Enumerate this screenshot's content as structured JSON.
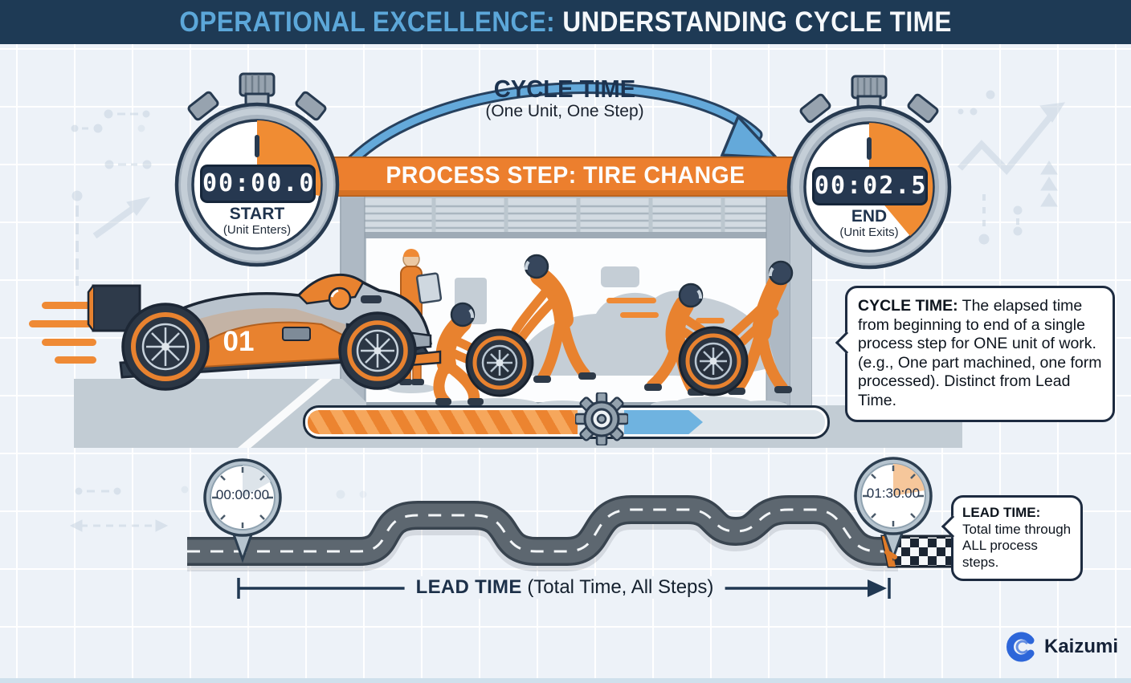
{
  "header": {
    "title_accent": "OPERATIONAL EXCELLENCE:",
    "title_main": "UNDERSTANDING CYCLE TIME"
  },
  "cycle_arc": {
    "title": "CYCLE TIME",
    "subtitle": "(One Unit, One Step)"
  },
  "process_banner": {
    "label": "PROCESS STEP: TIRE CHANGE"
  },
  "stopwatch_start": {
    "display": "00:00.0",
    "label": "START",
    "sublabel": "(Unit Enters)"
  },
  "stopwatch_end": {
    "display": "00:02.5",
    "label": "END",
    "sublabel": "(Unit Exits)"
  },
  "race_car": {
    "number": "01"
  },
  "cycle_callout": {
    "term": "CYCLE TIME:",
    "description": "The elapsed time from beginning to end of a single process step for ONE unit of work. (e.g., One part machined, one form processed). Distinct from Lead Time."
  },
  "lead_timeline": {
    "start_time": "00:00:00",
    "end_time": "01:30:00"
  },
  "lead_callout": {
    "term": "LEAD TIME:",
    "description": "Total time through ALL process steps."
  },
  "lead_measure": {
    "term": "LEAD TIME",
    "subtitle": "(Total Time, All Steps)"
  },
  "brand": {
    "name": "Kaizumi"
  },
  "icons": [
    "stopwatch-icon",
    "gear-icon",
    "checkered-flag-icon",
    "arc-arrow-icon",
    "kaizumi-logo-icon"
  ],
  "colors": {
    "header_navy": "#1e3a55",
    "accent_blue": "#5ca7d9",
    "orange": "#ec8430",
    "arrow_blue": "#64a9da",
    "background": "#edf2f8",
    "outline_navy": "#1d2b40"
  }
}
